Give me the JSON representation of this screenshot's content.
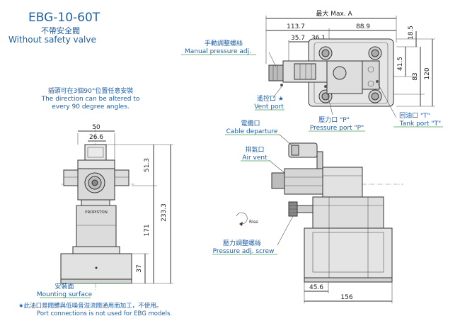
{
  "header": {
    "model": "EBG-10-60T",
    "subtitle_cn": "不帶安全閥",
    "subtitle_en": "Without safety valve"
  },
  "rotation_note": {
    "cn": "插頭可在3個90°位置任意安裝",
    "en1": "The direction can be altered to",
    "en2": "every 90 degree angles."
  },
  "labels": {
    "max_a": "最大 Max. A",
    "manual_cn": "手動調整螺絲",
    "manual_en": "Manual pressure adj.",
    "vent_cn": "遙控口 ★",
    "vent_en": "Vent port",
    "pressure_cn": "壓力口 \"P\"",
    "pressure_en": "Pressure port \"P\"",
    "tank_cn": "回油口 \"T\"",
    "tank_en": "Tank port \"T\"",
    "cable_cn": "電纜口",
    "cable_en": "Cable departure",
    "air_cn": "排氣口",
    "air_en": "Air vent",
    "screw_cn": "壓力調整螺絲",
    "screw_en": "Pressure adj. screw",
    "mount_cn": "安裝面",
    "mount_en": "Mounting surface",
    "brand": "PROPISTON",
    "rotation_mark": "Rise"
  },
  "footnote": {
    "cn": "★此油口是閥體與低噪音溢流閥通用而加工，不使用。",
    "en": "Port connections is not used for EBG models."
  },
  "dimensions": {
    "d113_7": "113.7",
    "d88_9": "88.9",
    "d35_7": "35.7",
    "d36_1": "36.1",
    "d18_5": "18.5",
    "d41_5": "41.5",
    "d83": "83",
    "d120": "120",
    "d50": "50",
    "d26_6": "26.6",
    "d51_3": "51.3",
    "d233_3": "233.3",
    "d171": "171",
    "d37": "37",
    "d45_6": "45.6",
    "d156": "156"
  }
}
